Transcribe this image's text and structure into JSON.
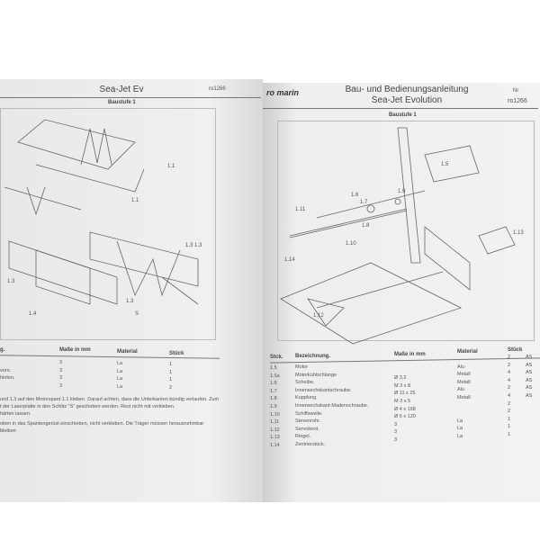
{
  "left_page": {
    "header_title": "Sea-Jet Ev",
    "header_nr": "ro1266",
    "step": "Baustufe 1",
    "callouts": [
      "1.1",
      "1.1",
      "1.3",
      "1.3",
      "1.3 1.3",
      "1.4",
      "S"
    ],
    "table_headers": [
      "g.",
      "Maße in mm",
      "Material",
      "Stück"
    ],
    "rows": [
      {
        "name": "",
        "size": "3",
        "material": "La",
        "qty": "1"
      },
      {
        "name": "vorn.",
        "size": "3",
        "material": "La",
        "qty": "1"
      },
      {
        "name": "hinten.",
        "size": "3",
        "material": "La",
        "qty": "1"
      },
      {
        "name": "",
        "size": "3",
        "material": "La",
        "qty": "2"
      }
    ],
    "notes": [
      "und 1.3 auf den Motorspant 1.1 kleben. Darauf achten, dass die Unterkanten bündig verlaufen. Zum",
      "t der Laserplatte in den Schlitz \"S\" geschoben werden. Rest nicht mit verkleben.",
      "härten lassen.",
      "oben in das Spantengerüst einschieben, nicht verkleben. Die Träger müssen herausnehmbar bleiben"
    ]
  },
  "right_page": {
    "logo": "ro marin",
    "header_title": "Bau- und Bedienungsanleitung",
    "header_subtitle": "Sea-Jet Evolution",
    "nr_label": "Nr",
    "header_nr": "ro1266",
    "step": "Baustufe 1",
    "callouts": [
      "1.5",
      "1.6",
      "1.7",
      "1.8",
      "1.9",
      "1.10",
      "1.11",
      "1.12",
      "1.13",
      "1.14"
    ],
    "table_headers": [
      "Stck.",
      "Bezeichnung.",
      "Maße in mm",
      "Material",
      "Stück"
    ],
    "rows": [
      {
        "no": "1.5",
        "name": "Motor",
        "size": "",
        "material": "",
        "qty": "2",
        "note": "AS"
      },
      {
        "no": "1.5a",
        "name": "Motorkühlschlange",
        "size": "",
        "material": "Alu",
        "qty": "2",
        "note": "AS"
      },
      {
        "no": "1.6",
        "name": "Scheibe.",
        "size": "Ø 3,2",
        "material": "Metall",
        "qty": "4",
        "note": "AS"
      },
      {
        "no": "1.7",
        "name": "Innensechskantschraube.",
        "size": "M 3 x 8",
        "material": "Metall",
        "qty": "4",
        "note": "AS"
      },
      {
        "no": "1.8",
        "name": "Kupplung.",
        "size": "Ø 11 x 25",
        "material": "Alu",
        "qty": "2",
        "note": "AS"
      },
      {
        "no": "1.9",
        "name": "Innensechskant-Madenschraube.",
        "size": "M 3 x 5",
        "material": "Metall",
        "qty": "4",
        "note": "AS"
      },
      {
        "no": "1.10",
        "name": "Schiffswelle.",
        "size": "Ø 4 x 168",
        "material": "",
        "qty": "2",
        "note": ""
      },
      {
        "no": "1.11",
        "name": "Stevenrohr.",
        "size": "Ø 6 x 120",
        "material": "",
        "qty": "2",
        "note": ""
      },
      {
        "no": "1.12",
        "name": "Servobord.",
        "size": "3",
        "material": "La",
        "qty": "1",
        "note": ""
      },
      {
        "no": "1.13",
        "name": "Riegel.",
        "size": "3",
        "material": "La",
        "qty": "1",
        "note": ""
      },
      {
        "no": "1.14",
        "name": "Zentrierstück.",
        "size": "3",
        "material": "La",
        "qty": "1",
        "note": ""
      }
    ]
  }
}
